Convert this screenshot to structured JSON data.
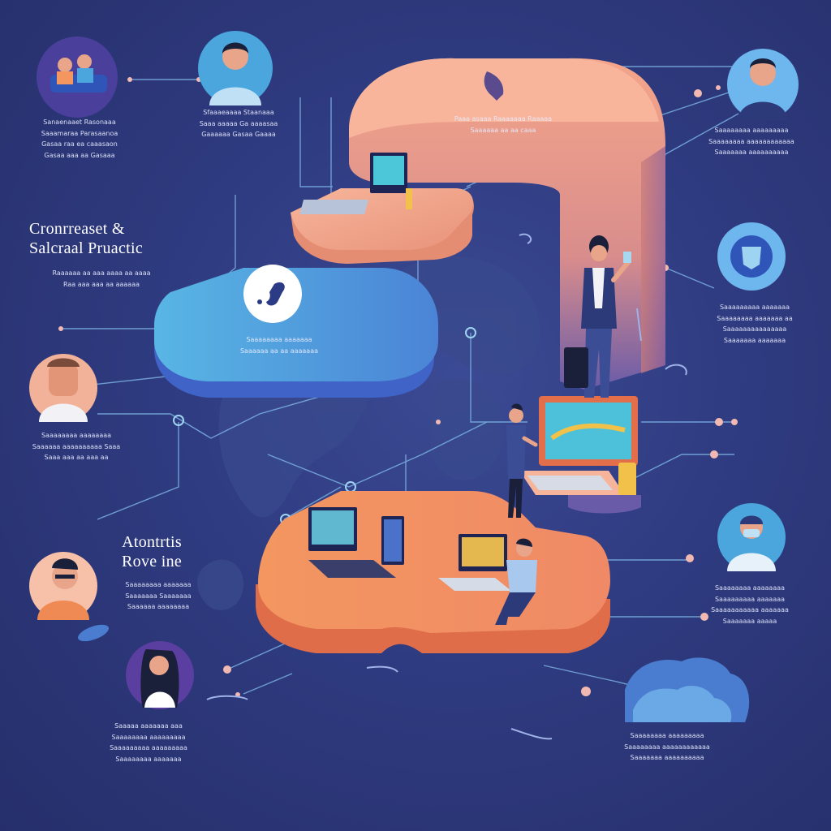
{
  "headings": {
    "top": {
      "line1": "Cronrreaset &",
      "line2": "Salcraal Pruactic"
    },
    "mid": {
      "line1": "Atontrtis",
      "line2": "Rove ine"
    }
  },
  "captions": {
    "c1": [
      "Sanaenaaet Rasonaaa",
      "Saaamaraa Parasaanoa",
      "Gasaa raa ea caaasaon",
      "Gasaa aaa aa Gasaaa"
    ],
    "c2": [
      "Sfaaaeaaaa Staanaaa",
      "Saaa aaaaa Ga aaaasaa",
      "Gaaaaaa Gasaa Gaaaa"
    ],
    "c3": [
      "Paaa asaaa Raaaaaaa Raaaaa",
      "Saaaaaa aa aa caaa"
    ],
    "c4": [
      "Raaaaaa aa aaa aaaa aa aaaa",
      "Raa aaa aaa aa aaaaaa"
    ],
    "c5": [
      "Saaaaaaaa aaaaaaa",
      "Saaaaaa aa aa aaaaaaa"
    ],
    "c6": [
      "Saaaaaaaa aaaaaaaa",
      "Saaaaaa aaaaaaaaaa Saaa",
      "Saaa aaa aa aaa aa"
    ],
    "c7": [
      "Saaaaaaaa aaaaaaa",
      "Saaaaaaa Saaaaaaa",
      "Saaaaaa aaaaaaaa"
    ],
    "c8": [
      "Saaaaaaaa aaaaaaaaa",
      "Saaaaaaaa aaaaaaaaaaaa",
      "Saaaaaaa aaaaaaaaaa"
    ],
    "c9": [
      "Saaaaaaaaa aaaaaaa",
      "Saaaaaaaa aaaaaaa aa",
      "Saaaaaaaaaaaaaaa",
      "Saaaaaaa aaaaaaa"
    ],
    "c10": [
      "Saaaaaaaa aaaaaaaa",
      "Saaaaaaaaa aaaaaaa",
      "Saaaaaaaaaaa aaaaaaa",
      "Saaaaaaa aaaaa"
    ],
    "c11": [
      "Saaaaa aaaaaaa aaa",
      "Saaaaaaaa aaaaaaaaa",
      "Saaaaaaaaa aaaaaaaaa",
      "Saaaaaaaa aaaaaaa"
    ]
  },
  "icons": {
    "cloud_platform": "cloud-icon",
    "shield_badge": "shield-icon",
    "team_badge": "team-icon",
    "water_badge": "drop-icon"
  },
  "palette": {
    "background": "#2e3a7c",
    "peach": "#f3a98f",
    "orange": "#ef8a55",
    "blue_platform": "#4aa6dc",
    "badge_blue": "#3f7fd1",
    "node": "#f2b9b3",
    "line": "#7fb7e6"
  }
}
